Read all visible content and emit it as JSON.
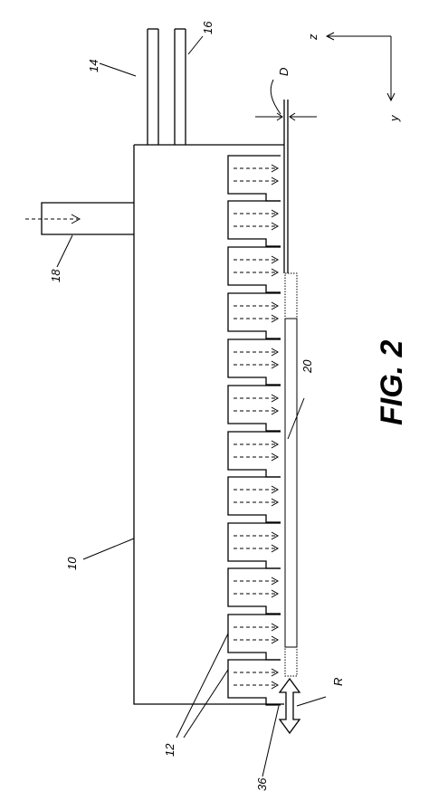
{
  "figure": {
    "title": "FIG. 2",
    "labels": {
      "housing": "10",
      "nozzles": "12",
      "pipe_a": "14",
      "pipe_b": "16",
      "inlet": "18",
      "substrate": "20",
      "edge": "36",
      "gap": "D",
      "motion": "R",
      "axis_z": "z",
      "axis_y": "y"
    }
  }
}
